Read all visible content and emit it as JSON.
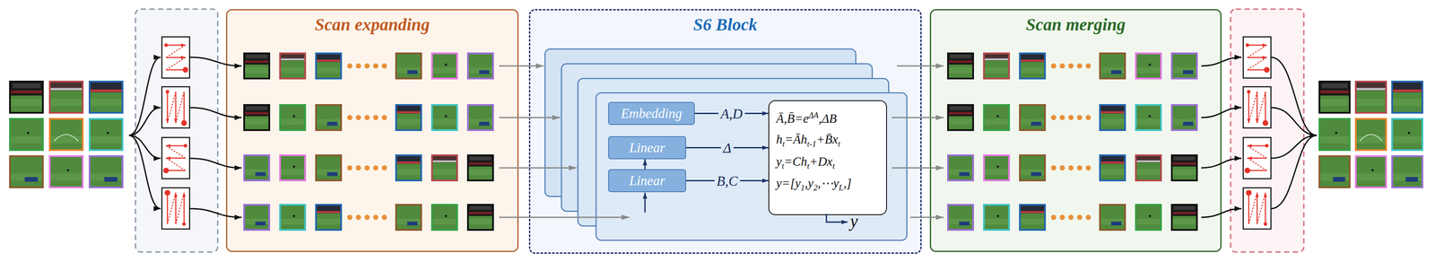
{
  "diagram": {
    "nodes": [
      {
        "text": [
          "Scan expanding"
        ]
      },
      {
        "text": [
          "S6 Block"
        ]
      },
      {
        "text": [
          "Embedding"
        ],
        "in": 1
      },
      {
        "text": [
          "Linear"
        ],
        "in": 1
      },
      {
        "text": [
          "Linear"
        ],
        "in": 1
      },
      {
        "text": [
          "Ā,B̄=e",
          "ΔA",
          ",ΔB",
          "h",
          "t",
          "=Āh",
          "t-1",
          "+B̄x",
          "t",
          "y",
          "t",
          "=Ch",
          "t",
          "+Dx",
          "t",
          "y=[y",
          "1",
          ",y",
          "2",
          ",⋯y",
          "L",
          ",]"
        ],
        "in": 1
      },
      {
        "text": [
          "Scan merging"
        ]
      }
    ],
    "edges": [
      {
        "from": 0,
        "to": 1,
        "arrow": "to"
      },
      {
        "from": 0,
        "to": 1,
        "arrow": "to"
      },
      {
        "from": 0,
        "to": 1,
        "arrow": "to"
      },
      {
        "from": 0,
        "to": 1,
        "arrow": "to"
      },
      {
        "from": 2,
        "to": 5,
        "label": "A,D",
        "arrow": "to"
      },
      {
        "from": 3,
        "to": 5,
        "label": "Δ",
        "arrow": "to"
      },
      {
        "from": 4,
        "to": 5,
        "label": "B,C",
        "arrow": "to"
      },
      {
        "from": 4,
        "to": 3,
        "arrow": "to"
      },
      {
        "from": 1,
        "to": 6,
        "arrow": "to"
      },
      {
        "from": 1,
        "to": 6,
        "arrow": "to"
      },
      {
        "from": 1,
        "to": 6,
        "arrow": "to"
      },
      {
        "from": 1,
        "to": 6,
        "arrow": "to"
      }
    ],
    "labels": [
      "y"
    ]
  }
}
